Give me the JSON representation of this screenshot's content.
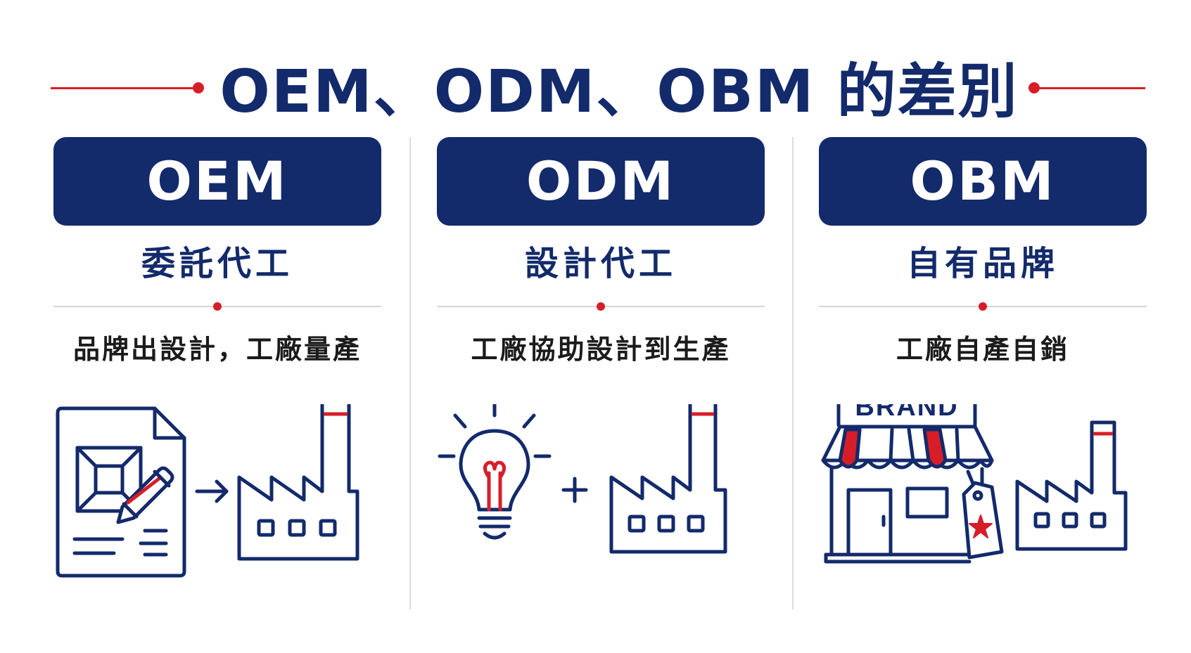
{
  "title": "OEM、ODM、OBM 的差別",
  "colors": {
    "navy": "#132a6b",
    "red": "#d71e28",
    "divider": "#dcdcdc"
  },
  "columns": [
    {
      "badge": "OEM",
      "subtitle": "委託代工",
      "description": "品牌出設計，工廠量產",
      "icons": [
        "design-document-icon",
        "arrow-right-icon",
        "factory-icon"
      ]
    },
    {
      "badge": "ODM",
      "subtitle": "設計代工",
      "description": "工廠協助設計到生產",
      "icons": [
        "lightbulb-icon",
        "plus-icon",
        "factory-icon"
      ]
    },
    {
      "badge": "OBM",
      "subtitle": "自有品牌",
      "description": "工廠自產自銷",
      "store_sign": "BRAND",
      "icons": [
        "brand-store-icon",
        "price-tag-icon",
        "factory-icon"
      ]
    }
  ]
}
